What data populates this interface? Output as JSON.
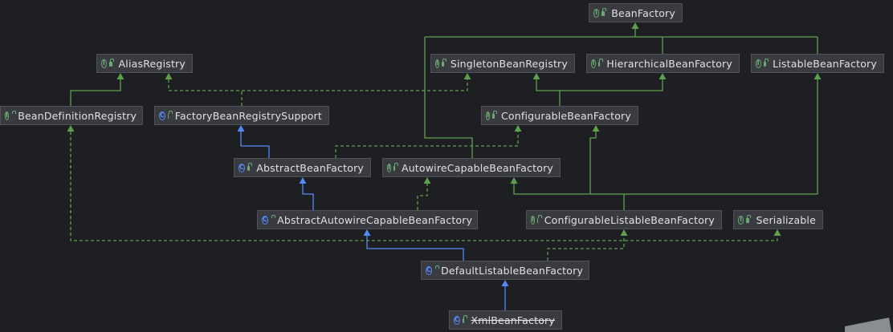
{
  "colors": {
    "background": "#1e1f22",
    "node_fill": "#393b40",
    "node_border": "#4e5157",
    "text": "#dfe1e5",
    "extends_interface_edge": "#5fa04e",
    "extends_class_edge": "#548af7",
    "implements_edge": "#5fa04e",
    "interface_icon": "#6aab73",
    "class_icon": "#548af7"
  },
  "nodes": {
    "bean_factory": {
      "label": "BeanFactory",
      "kind": "interface",
      "icon": "interface-icon"
    },
    "alias_registry": {
      "label": "AliasRegistry",
      "kind": "interface",
      "icon": "interface-icon"
    },
    "singleton_bean_registry": {
      "label": "SingletonBeanRegistry",
      "kind": "interface",
      "icon": "interface-icon"
    },
    "hierarchical_bean_factory": {
      "label": "HierarchicalBeanFactory",
      "kind": "interface",
      "icon": "interface-icon"
    },
    "listable_bean_factory": {
      "label": "ListableBeanFactory",
      "kind": "interface",
      "icon": "interface-icon"
    },
    "bean_definition_registry": {
      "label": "BeanDefinitionRegistry",
      "kind": "interface",
      "icon": "interface-icon"
    },
    "factory_bean_registry_support": {
      "label": "FactoryBeanRegistrySupport",
      "kind": "abstract-class",
      "icon": "abstract-class-icon"
    },
    "configurable_bean_factory": {
      "label": "ConfigurableBeanFactory",
      "kind": "interface",
      "icon": "interface-icon"
    },
    "abstract_bean_factory": {
      "label": "AbstractBeanFactory",
      "kind": "abstract-class",
      "icon": "abstract-class-icon"
    },
    "autowire_capable_bean_factory": {
      "label": "AutowireCapableBeanFactory",
      "kind": "interface",
      "icon": "interface-icon"
    },
    "abstract_autowire_capable_bean_factory": {
      "label": "AbstractAutowireCapableBeanFactory",
      "kind": "abstract-class",
      "icon": "abstract-class-icon"
    },
    "configurable_listable_bean_factory": {
      "label": "ConfigurableListableBeanFactory",
      "kind": "interface",
      "icon": "interface-icon"
    },
    "serializable": {
      "label": "Serializable",
      "kind": "interface",
      "icon": "interface-icon"
    },
    "default_listable_bean_factory": {
      "label": "DefaultListableBeanFactory",
      "kind": "class",
      "icon": "class-icon"
    },
    "xml_bean_factory": {
      "label": "XmlBeanFactory",
      "kind": "class",
      "icon": "class-icon",
      "deprecated": true
    }
  },
  "edges": [
    {
      "from": "hierarchical_bean_factory",
      "to": "bean_factory",
      "type": "extends-interface"
    },
    {
      "from": "listable_bean_factory",
      "to": "bean_factory",
      "type": "extends-interface"
    },
    {
      "from": "autowire_capable_bean_factory",
      "to": "bean_factory",
      "type": "extends-interface"
    },
    {
      "from": "configurable_bean_factory",
      "to": "singleton_bean_registry",
      "type": "extends-interface"
    },
    {
      "from": "configurable_bean_factory",
      "to": "hierarchical_bean_factory",
      "type": "extends-interface"
    },
    {
      "from": "bean_definition_registry",
      "to": "alias_registry",
      "type": "extends-interface"
    },
    {
      "from": "factory_bean_registry_support",
      "to": "alias_registry",
      "type": "implements"
    },
    {
      "from": "factory_bean_registry_support",
      "to": "singleton_bean_registry",
      "type": "implements"
    },
    {
      "from": "abstract_bean_factory",
      "to": "factory_bean_registry_support",
      "type": "extends-class"
    },
    {
      "from": "abstract_bean_factory",
      "to": "configurable_bean_factory",
      "type": "implements"
    },
    {
      "from": "abstract_autowire_capable_bean_factory",
      "to": "abstract_bean_factory",
      "type": "extends-class"
    },
    {
      "from": "abstract_autowire_capable_bean_factory",
      "to": "autowire_capable_bean_factory",
      "type": "implements"
    },
    {
      "from": "configurable_listable_bean_factory",
      "to": "autowire_capable_bean_factory",
      "type": "extends-interface"
    },
    {
      "from": "configurable_listable_bean_factory",
      "to": "configurable_bean_factory",
      "type": "extends-interface"
    },
    {
      "from": "configurable_listable_bean_factory",
      "to": "listable_bean_factory",
      "type": "extends-interface"
    },
    {
      "from": "default_listable_bean_factory",
      "to": "abstract_autowire_capable_bean_factory",
      "type": "extends-class"
    },
    {
      "from": "default_listable_bean_factory",
      "to": "configurable_listable_bean_factory",
      "type": "implements"
    },
    {
      "from": "default_listable_bean_factory",
      "to": "bean_definition_registry",
      "type": "implements"
    },
    {
      "from": "default_listable_bean_factory",
      "to": "serializable",
      "type": "implements"
    },
    {
      "from": "xml_bean_factory",
      "to": "default_listable_bean_factory",
      "type": "extends-class"
    }
  ]
}
